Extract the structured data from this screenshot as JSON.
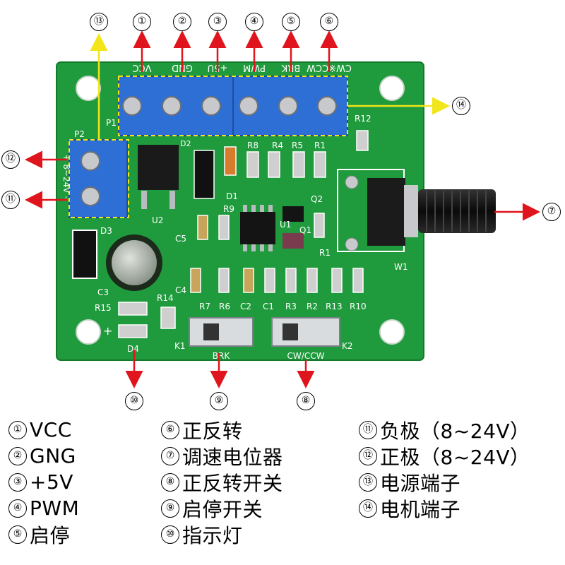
{
  "board": {
    "terminal_labels": [
      "VCC",
      "GND",
      "+5U",
      "PWM",
      "BRK",
      "CW※CCW"
    ],
    "silkscreen": {
      "p1": "P1",
      "p2": "P2",
      "u1": "U1",
      "u2": "U2",
      "q1": "Q1",
      "q2": "Q2",
      "d1": "D1",
      "d2": "D2",
      "d3": "D3",
      "d4": "D4",
      "c1": "C1",
      "c2": "C2",
      "c3": "C3",
      "c4": "C4",
      "c5": "C5",
      "r1": "R1",
      "r2": "R2",
      "r3": "R3",
      "r4": "R4",
      "r5": "R5",
      "r6": "R6",
      "r7": "R7",
      "r8": "R8",
      "r9": "R9",
      "r10": "R10",
      "r12": "R12",
      "r13": "R13",
      "r14": "R14",
      "r15": "R15",
      "w1": "W1",
      "k1": "K1",
      "k2": "K2",
      "p2_voltage": "+ 8~24V -",
      "plus_sign": "+",
      "brk_switch": "BRK",
      "cw_ccw_switch": "CW/CCW"
    }
  },
  "callouts": [
    "①",
    "②",
    "③",
    "④",
    "⑤",
    "⑥",
    "⑦",
    "⑧",
    "⑨",
    "⑩",
    "⑪",
    "⑫",
    "⑬",
    "⑭"
  ],
  "legend": [
    {
      "num": "①",
      "text": "VCC"
    },
    {
      "num": "②",
      "text": "GNG"
    },
    {
      "num": "③",
      "text": "+5V"
    },
    {
      "num": "④",
      "text": "PWM"
    },
    {
      "num": "⑤",
      "text": "启停"
    },
    {
      "num": "⑥",
      "text": "正反转"
    },
    {
      "num": "⑦",
      "text": "调速电位器"
    },
    {
      "num": "⑧",
      "text": "正反转开关"
    },
    {
      "num": "⑨",
      "text": "启停开关"
    },
    {
      "num": "⑩",
      "text": "指示灯"
    },
    {
      "num": "⑪",
      "text": "负极（8~24V）"
    },
    {
      "num": "⑫",
      "text": "正极（8~24V）"
    },
    {
      "num": "⑬",
      "text": "电源端子"
    },
    {
      "num": "⑭",
      "text": "电机端子"
    }
  ],
  "colors": {
    "pcb": "#1f9a3c",
    "pcb_dark": "#137a2c",
    "silkscreen": "#ffffff",
    "terminal_block": "#2e6fd6",
    "arrow": "#e0141c",
    "power_arrow": "#f2e51a",
    "knob": "#111111"
  }
}
